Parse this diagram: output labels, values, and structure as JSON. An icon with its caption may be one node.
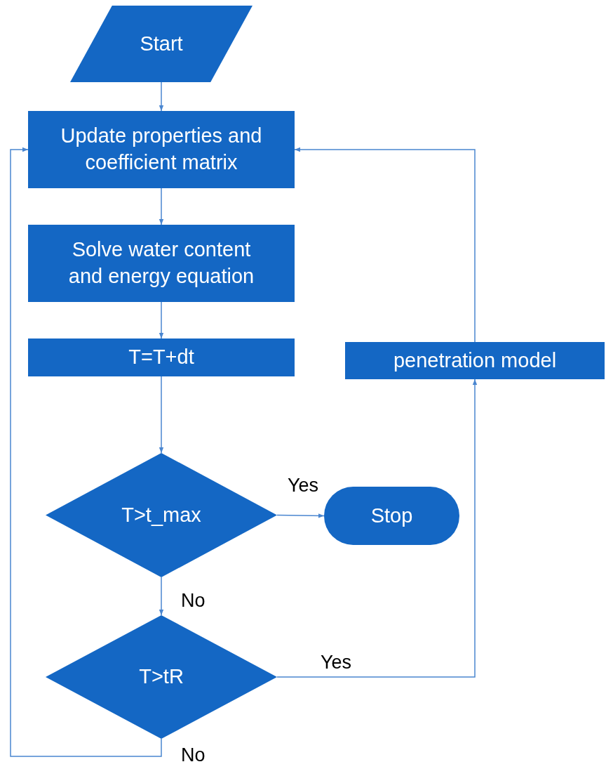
{
  "diagram": {
    "nodes": [
      {
        "text": [
          "Start"
        ]
      },
      {
        "text": [
          "Update properties and coefficient matrix"
        ]
      },
      {
        "text": [
          "Solve water content and energy equation"
        ]
      },
      {
        "text": [
          "T=T+dt"
        ]
      },
      {
        "text": [
          "T>t_max"
        ]
      },
      {
        "text": [
          "Stop"
        ]
      },
      {
        "text": [
          "T>tR"
        ]
      },
      {
        "text": [
          "penetration model"
        ]
      }
    ],
    "edges": [
      {
        "from": 0,
        "to": 1,
        "arrow": "to"
      },
      {
        "from": 1,
        "to": 2,
        "arrow": "to"
      },
      {
        "from": 2,
        "to": 3,
        "arrow": "to"
      },
      {
        "from": 3,
        "to": 4,
        "arrow": "to"
      },
      {
        "from": 4,
        "to": 5,
        "arrow": "to",
        "label": "Yes"
      },
      {
        "from": 4,
        "to": 6,
        "arrow": "to",
        "label": "No"
      },
      {
        "from": 6,
        "to": 7,
        "arrow": "to",
        "label": "Yes"
      },
      {
        "from": 7,
        "to": 1,
        "arrow": "to"
      },
      {
        "from": 6,
        "to": 1,
        "arrow": "to",
        "label": "No"
      }
    ]
  }
}
